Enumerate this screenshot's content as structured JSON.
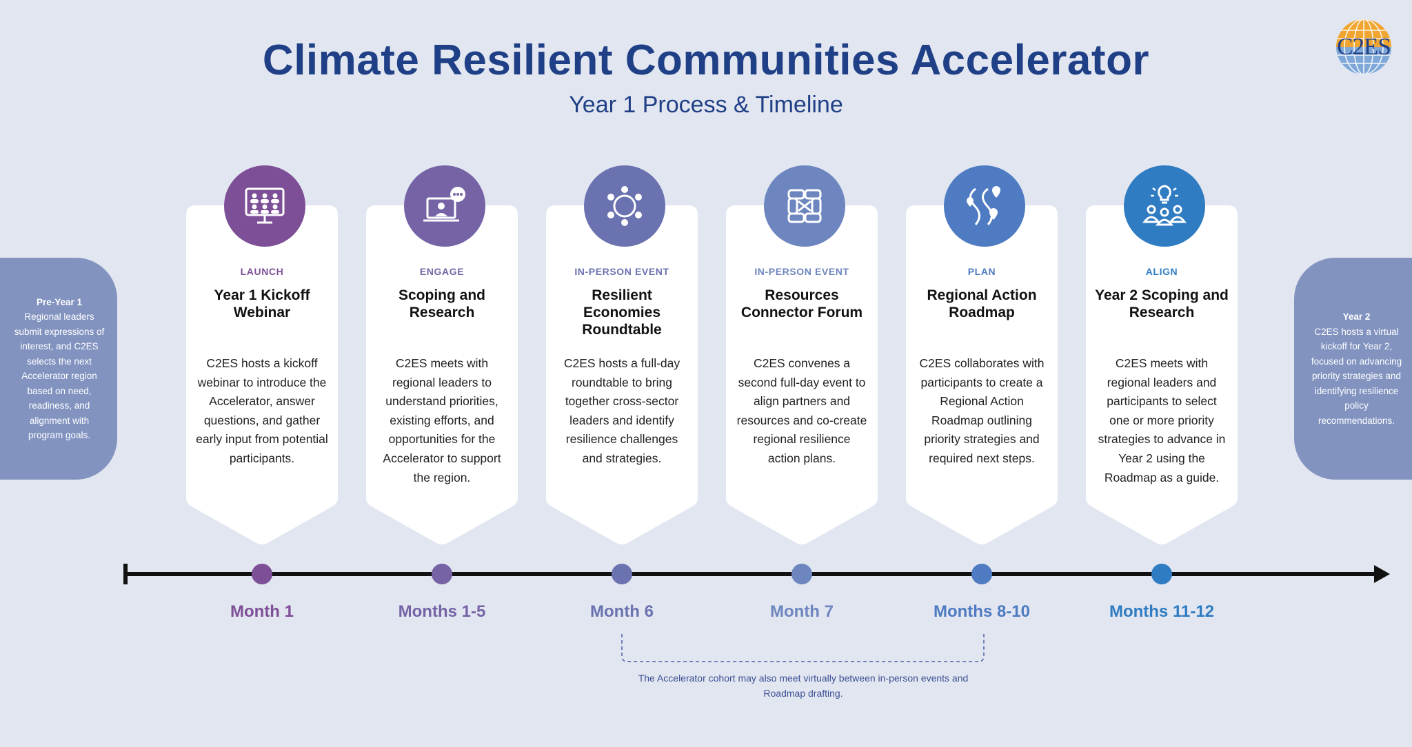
{
  "header": {
    "title": "Climate Resilient Communities Accelerator",
    "subtitle": "Year 1 Process & Timeline",
    "logo_text": "C2ES"
  },
  "pre_year": {
    "heading": "Pre-Year 1",
    "text": "Regional leaders submit expressions of interest, and C2ES selects the next Accelerator region based on need, readiness, and alignment with program goals."
  },
  "year2": {
    "heading": "Year 2",
    "text": "C2ES hosts a virtual kickoff for Year 2, focused on advancing priority strategies and identifying resilience policy recommendations."
  },
  "stages": [
    {
      "category": "LAUNCH",
      "title": "Year 1 Kickoff Webinar",
      "description": "C2ES hosts a kickoff webinar to introduce the Accelerator, answer questions, and gather early input from potential participants.",
      "month": "Month 1",
      "color": "#7d4f97",
      "icon": "video-conference-icon"
    },
    {
      "category": "ENGAGE",
      "title": "Scoping and Research",
      "description": "C2ES meets with regional leaders to understand priorities, existing efforts, and opportunities for the Accelerator to support the region.",
      "month": "Months 1-5",
      "color": "#7563a6",
      "icon": "laptop-chat-icon"
    },
    {
      "category": "IN-PERSON EVENT",
      "title": "Resilient Economies Roundtable",
      "description": "C2ES hosts a full-day roundtable to bring together cross-sector leaders and identify resilience challenges and strategies.",
      "month": "Month 6",
      "color": "#6a72b0",
      "icon": "roundtable-icon"
    },
    {
      "category": "IN-PERSON EVENT",
      "title": "Resources Connector Forum",
      "description": "C2ES convenes a second full-day event to align partners and resources and co-create regional resilience action plans.",
      "month": "Month 7",
      "color": "#6e86bf",
      "icon": "joined-hands-icon"
    },
    {
      "category": "PLAN",
      "title": "Regional Action Roadmap",
      "description": "C2ES collaborates with participants to create a Regional Action Roadmap outlining priority strategies and required next steps.",
      "month": "Months 8-10",
      "color": "#4e7bc1",
      "icon": "roadmap-icon"
    },
    {
      "category": "ALIGN",
      "title": "Year 2 Scoping and Research",
      "description": "C2ES meets with regional leaders and participants to select one or more priority strategies to advance in Year 2 using the Roadmap as a guide.",
      "month": "Months 11-12",
      "color": "#2f7cc2",
      "icon": "team-idea-icon"
    }
  ],
  "note": "The Accelerator cohort may also meet virtually between in-person events and Roadmap drafting."
}
